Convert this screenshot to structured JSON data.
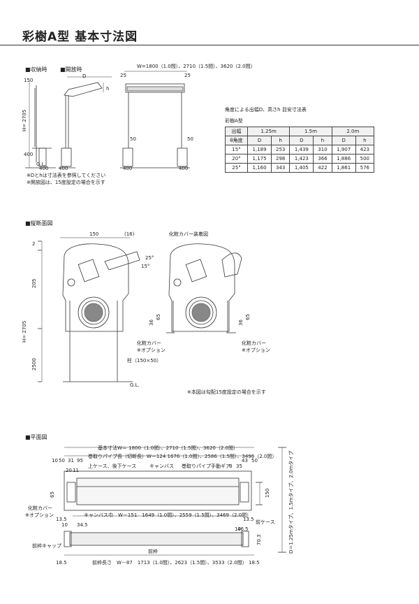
{
  "page": {
    "title": "彩樹A型 基本寸法図"
  },
  "top": {
    "stored_label": "■収納時",
    "open_label": "■開放時",
    "dim_150": "150",
    "dim_h_total": "H= 2705",
    "dim_400a": "400",
    "dim_400b": "400",
    "dim_400c": "400",
    "dim_gl": "G.L.",
    "dim_D": "D",
    "dim_h": "h",
    "front_width": "W=1800（1.0間）、2710（1.5間）、3620（2.0間）",
    "dim_25a": "25",
    "dim_25b": "25",
    "dim_50a": "50",
    "dim_50b": "50",
    "notes": [
      "※Dとhは寸法表を参照してください",
      "※開放図は、15度設定の場合を示す"
    ]
  },
  "angle_table": {
    "caption": "角度による出幅D、高さh 目安寸法表",
    "model": "彩樹A型",
    "corner_top": "出幅",
    "corner_bottom": "θ角度",
    "widths": [
      "1.25m",
      "1.5m",
      "2.0m"
    ],
    "sub": [
      "D",
      "h"
    ],
    "rows": [
      {
        "angle": "15°",
        "values": [
          "1,189",
          "253",
          "1,439",
          "310",
          "1,907",
          "423"
        ]
      },
      {
        "angle": "20°",
        "values": [
          "1,175",
          "298",
          "1,423",
          "366",
          "1,886",
          "500"
        ]
      },
      {
        "angle": "25°",
        "values": [
          "1,160",
          "343",
          "1,405",
          "422",
          "1,861",
          "576"
        ]
      }
    ]
  },
  "section": {
    "label": "■縦断面図",
    "cover_label": "化粧カバー装着図",
    "dim_150": "150",
    "dim_16": "(16)",
    "dim_2": "2",
    "dim_205": "205",
    "dim_H": "H= 2705",
    "dim_2500": "2500",
    "dim_15": "15°",
    "dim_25": "25°",
    "dim_36a": "36",
    "dim_65a": "65",
    "dim_36b": "36",
    "dim_65b": "65",
    "cover_a": "化粧カバー",
    "option_a": "※オプション",
    "cover_b": "化粧カバー",
    "option_b": "※オプション",
    "post": "柱（150×50）",
    "gl": "G.L.",
    "note": "※本図は勾配15度設定の場合を示す"
  },
  "plan": {
    "label": "■平面図",
    "basic": "基本寸法W＝  1800（1.0間）、2710（1.5間）、3620（2.0間）",
    "left_dims": [
      "10",
      "50",
      "31",
      "95"
    ],
    "pipe_cut": "巻取りパイプ長（切断長）W－124  1676（1.0間）、2586（1.5間）、3496（2.0間）",
    "right_dims": [
      "43",
      "50"
    ],
    "upper_case": "上ケース、後下ケース",
    "canvas": "キャンバス",
    "pipe": "巻取りパイプ",
    "gear": "手動ギア",
    "dim_8": "8",
    "dim_35": "35",
    "dim_20": "20",
    "dim_11": "11",
    "dim_150": "150",
    "dim_65": "65",
    "cover": "化粧カバー",
    "option": "※オプション",
    "canvas_width": "キャンバス巾　W－151　1649（1.0間）、2559（1.5間）、3469（2.0間）",
    "dim_13_5a": "13.5",
    "dim_13_5b": "13.5",
    "dim_10a": "10",
    "dim_34_5": "34.5",
    "dim_10b": "10",
    "dim_46_5": "46.5",
    "front_case": "前ケース",
    "front_cap": "前枠キャップ",
    "dim_70_3": "70.3",
    "front_frame": "前枠",
    "dim_18_5a": "18.5",
    "dim_18_5b": "18.5",
    "frame_length": "前枠長さ　W－87　1713（1.0間）、2623（1.5間）、3533（2.0間）",
    "depth": "D＝1.25mタイプ、1.5mタイプ、2.0mタイプ"
  }
}
